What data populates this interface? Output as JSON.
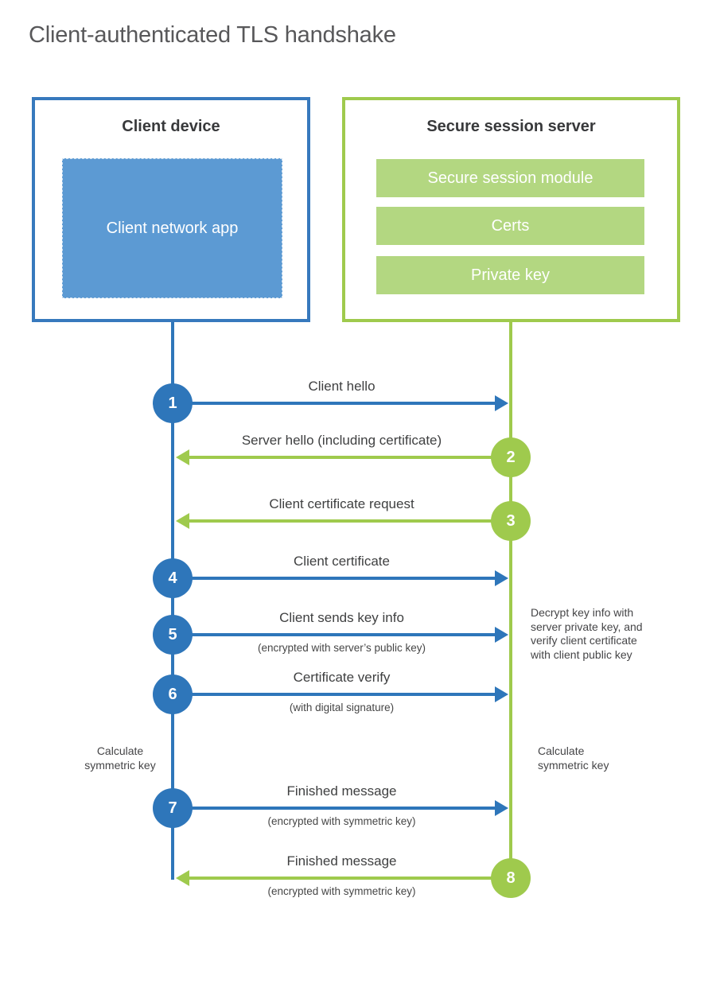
{
  "title": "Client-authenticated TLS handshake",
  "client": {
    "title": "Client device",
    "app_label": "Client network app"
  },
  "server": {
    "title": "Secure session server",
    "modules": [
      "Secure session module",
      "Certs",
      "Private key"
    ]
  },
  "steps": [
    {
      "num": "1",
      "from": "client",
      "label": "Client hello",
      "sub": ""
    },
    {
      "num": "2",
      "from": "server",
      "label": "Server hello (including certificate)",
      "sub": ""
    },
    {
      "num": "3",
      "from": "server",
      "label": "Client certificate request",
      "sub": ""
    },
    {
      "num": "4",
      "from": "client",
      "label": "Client certificate",
      "sub": ""
    },
    {
      "num": "5",
      "from": "client",
      "label": "Client sends key info",
      "sub": "(encrypted with server’s public key)"
    },
    {
      "num": "6",
      "from": "client",
      "label": "Certificate verify",
      "sub": "(with digital signature)"
    },
    {
      "num": "7",
      "from": "client",
      "label": "Finished message",
      "sub": "(encrypted with symmetric key)"
    },
    {
      "num": "8",
      "from": "server",
      "label": "Finished message",
      "sub": "(encrypted with symmetric key)"
    }
  ],
  "notes": {
    "decrypt": "Decrypt key info with server private key, and verify client certificate with client public key",
    "calc_left": "Calculate symmetric key",
    "calc_right": "Calculate symmetric key"
  },
  "colors": {
    "blue": "#2e76ba",
    "blue_border": "#3779bd",
    "blue_fill": "#5c9ad3",
    "green": "#9fca4d",
    "green_fill": "#b3d781"
  }
}
